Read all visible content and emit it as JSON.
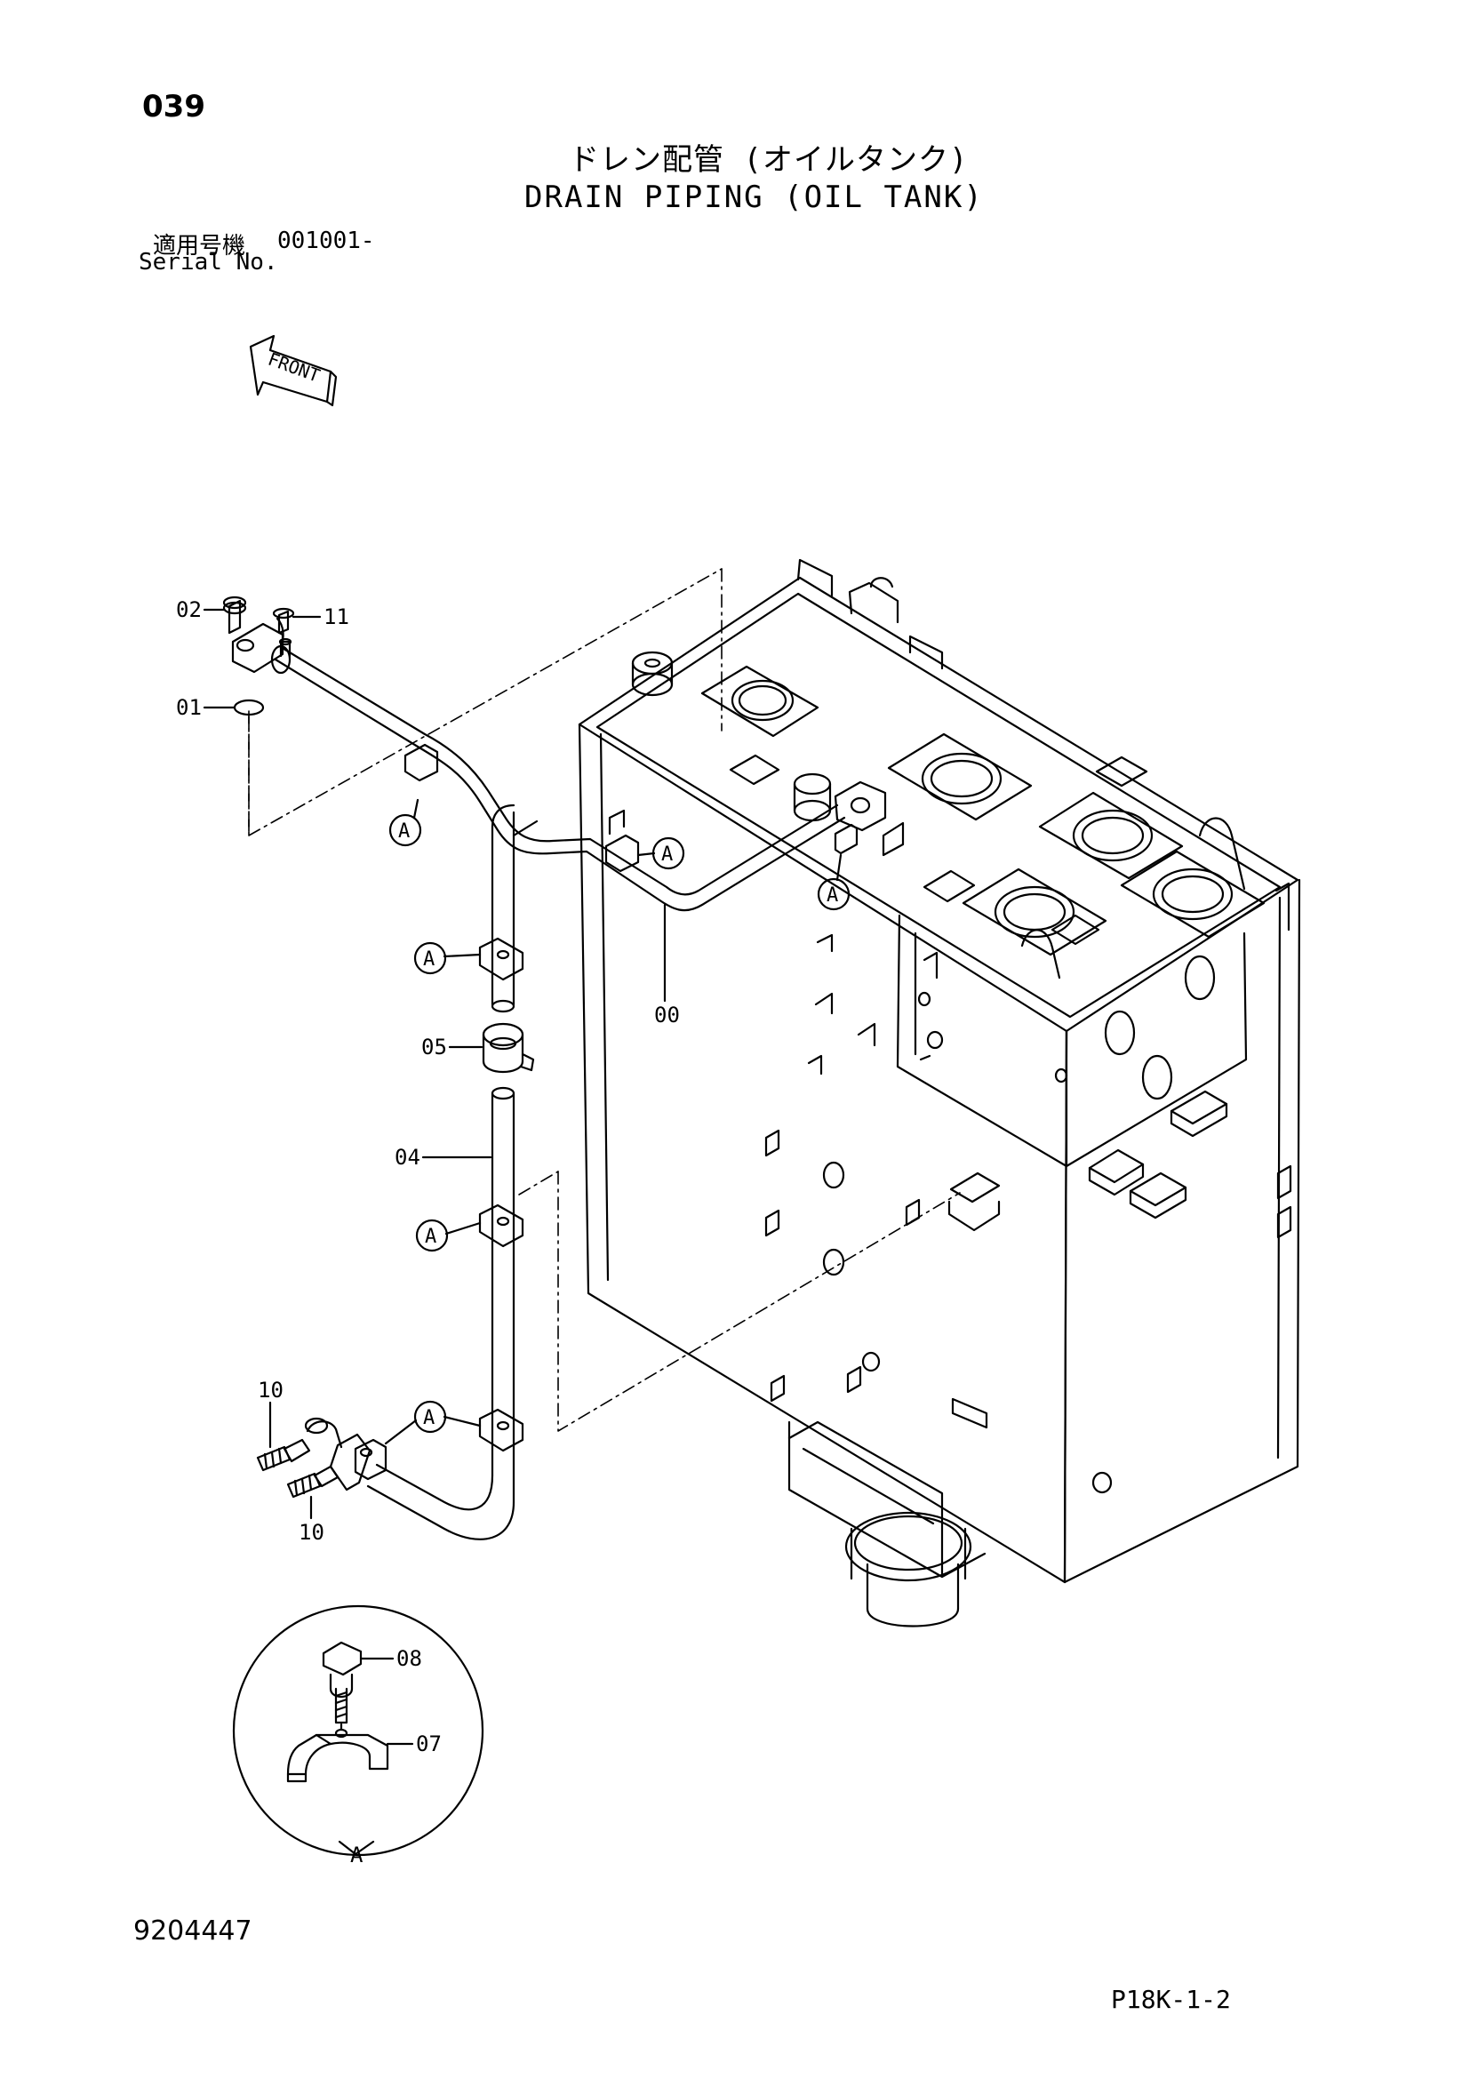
{
  "header": {
    "page_number": "039",
    "title_jp": "ドレン配管 (オイルタンク)",
    "title_en": "DRAIN PIPING (OIL TANK)",
    "serial_label_jp": "適用号機",
    "serial_range": "001001-",
    "serial_label_en": "Serial No."
  },
  "diagram": {
    "front_label": "FRONT",
    "callouts": {
      "c00": "00",
      "c01": "01",
      "c02": "02",
      "c04": "04",
      "c05": "05",
      "c07": "07",
      "c08": "08",
      "c10a": "10",
      "c10b": "10",
      "c11": "11"
    },
    "detail_ref": "A",
    "detail_label": "A"
  },
  "footer": {
    "doc_number": "9204447",
    "page_code": "P18K-1-2"
  }
}
